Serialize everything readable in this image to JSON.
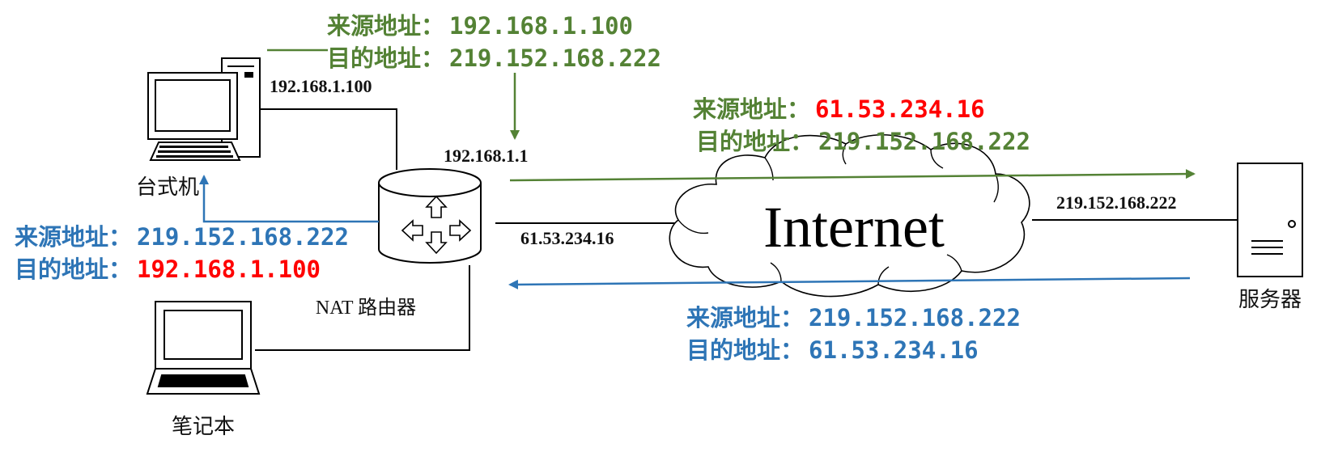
{
  "colors": {
    "green": "#548235",
    "blue": "#2e75b6",
    "red": "#ff0000",
    "black": "#000000"
  },
  "devices": {
    "desktop": "台式机",
    "laptop": "笔记本",
    "router": "NAT 路由器",
    "server": "服务器",
    "cloud": "Internet"
  },
  "addresses": {
    "desktop_ip": "192.168.1.100",
    "router_lan_ip": "192.168.1.1",
    "router_wan_ip": "61.53.234.16",
    "server_ip": "219.152.168.222"
  },
  "labels": {
    "src": "来源地址：",
    "dst": "目的地址："
  },
  "packets": {
    "lan_outbound": {
      "src_label": "来源地址：",
      "src_value": "192.168.1.100",
      "dst_label": "目的地址：",
      "dst_value": "219.152.168.222"
    },
    "wan_outbound": {
      "src_label": "来源地址：",
      "src_value": "61.53.234.16",
      "dst_label": "目的地址：",
      "dst_value": "219.152.168.222"
    },
    "wan_inbound": {
      "src_label": "来源地址：",
      "src_value": "219.152.168.222",
      "dst_label": "目的地址：",
      "dst_value": "61.53.234.16"
    },
    "lan_inbound": {
      "src_label": "来源地址：",
      "src_value": "219.152.168.222",
      "dst_label": "目的地址：",
      "dst_value": "192.168.1.100"
    }
  }
}
